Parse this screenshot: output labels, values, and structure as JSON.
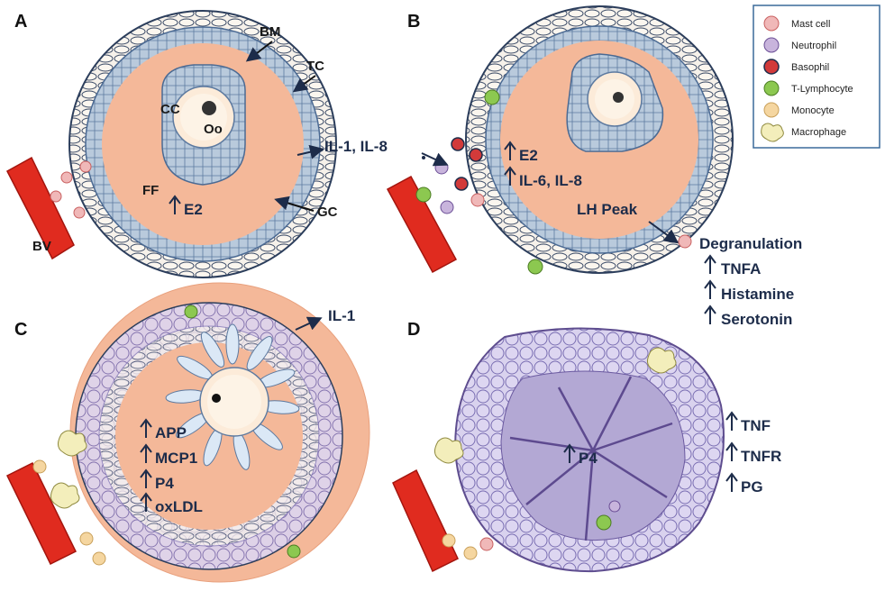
{
  "panels": {
    "A": {
      "letter": "A",
      "labels": {
        "bm": "BM",
        "tc": "TC",
        "cc": "CC",
        "oo": "Oo",
        "ff": "FF",
        "gc": "GC",
        "bv": "BV"
      },
      "markers": {
        "il": "IL-1, IL-8",
        "e2": "E2"
      }
    },
    "B": {
      "letter": "B",
      "markers": {
        "e2": "E2",
        "il": "IL-6, IL-8",
        "lh": "LH Peak",
        "degran": "Degranulation",
        "tnfa": "TNFA",
        "hist": "Histamine",
        "sero": "Serotonin"
      }
    },
    "C": {
      "letter": "C",
      "markers": {
        "il1": "IL-1",
        "app": "APP",
        "mcp1": "MCP1",
        "p4": "P4",
        "oxldl": "oxLDL"
      }
    },
    "D": {
      "letter": "D",
      "markers": {
        "p4": "P4",
        "tnf": "TNF",
        "tnfr": "TNFR",
        "pg": "PG"
      }
    }
  },
  "legend": {
    "items": [
      {
        "label": "Mast cell",
        "icon": "mast-cell-icon"
      },
      {
        "label": "Neutrophil",
        "icon": "neutrophil-icon"
      },
      {
        "label": "Basophil",
        "icon": "basophil-icon"
      },
      {
        "label": "T-Lymphocyte",
        "icon": "t-lymphocyte-icon"
      },
      {
        "label": "Monocyte",
        "icon": "monocyte-icon"
      },
      {
        "label": "Macrophage",
        "icon": "macrophage-icon"
      }
    ]
  },
  "colors": {
    "follicle_fluid": "#f4b899",
    "granulosa": "#9fb6cf",
    "theca_outline": "#2c3e5c",
    "blood_vessel": "#e02b1f",
    "corpus_luteum": "#c7bde0",
    "mast": "#f0b8b8",
    "neutrophil": "#c8b4dc",
    "basophil": "#d23a3a",
    "t_lymph": "#8cc850",
    "monocyte": "#f5d6a0",
    "macrophage": "#f3eebb",
    "arrow": "#1d2c4a"
  }
}
